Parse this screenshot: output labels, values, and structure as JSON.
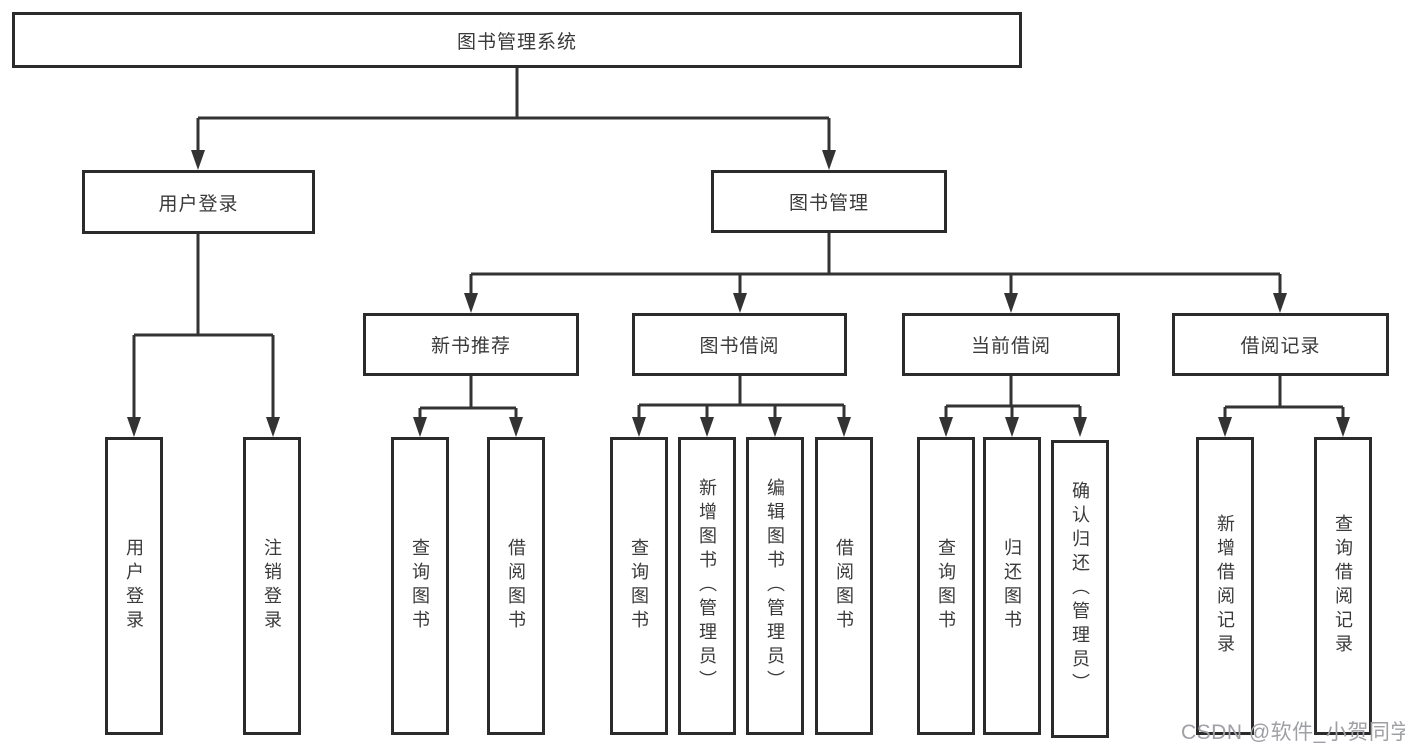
{
  "diagram": {
    "tree": {
      "label": "图书管理系统",
      "children": [
        {
          "label": "用户登录",
          "children": [
            {
              "label": "用户登录"
            },
            {
              "label": "注销登录"
            }
          ]
        },
        {
          "label": "图书管理",
          "children": [
            {
              "label": "新书推荐",
              "children": [
                {
                  "label": "查询图书"
                },
                {
                  "label": "借阅图书"
                }
              ]
            },
            {
              "label": "图书借阅",
              "children": [
                {
                  "label": "查询图书"
                },
                {
                  "label": "新增图书（管理员）"
                },
                {
                  "label": "编辑图书（管理员）"
                },
                {
                  "label": "借阅图书"
                }
              ]
            },
            {
              "label": "当前借阅",
              "children": [
                {
                  "label": "查询图书"
                },
                {
                  "label": "归还图书"
                },
                {
                  "label": "确认归还（管理员）"
                }
              ]
            },
            {
              "label": "借阅记录",
              "children": [
                {
                  "label": "新增借阅记录"
                },
                {
                  "label": "查询借阅记录"
                }
              ]
            }
          ]
        }
      ]
    },
    "watermark": "CSDN @软件_小贺同学",
    "colors": {
      "line": "#333333",
      "box_border": "#2b2b2b",
      "box_background": "#ffffff",
      "text": "#3a3a3a",
      "watermark": "#9fa0a6"
    }
  }
}
